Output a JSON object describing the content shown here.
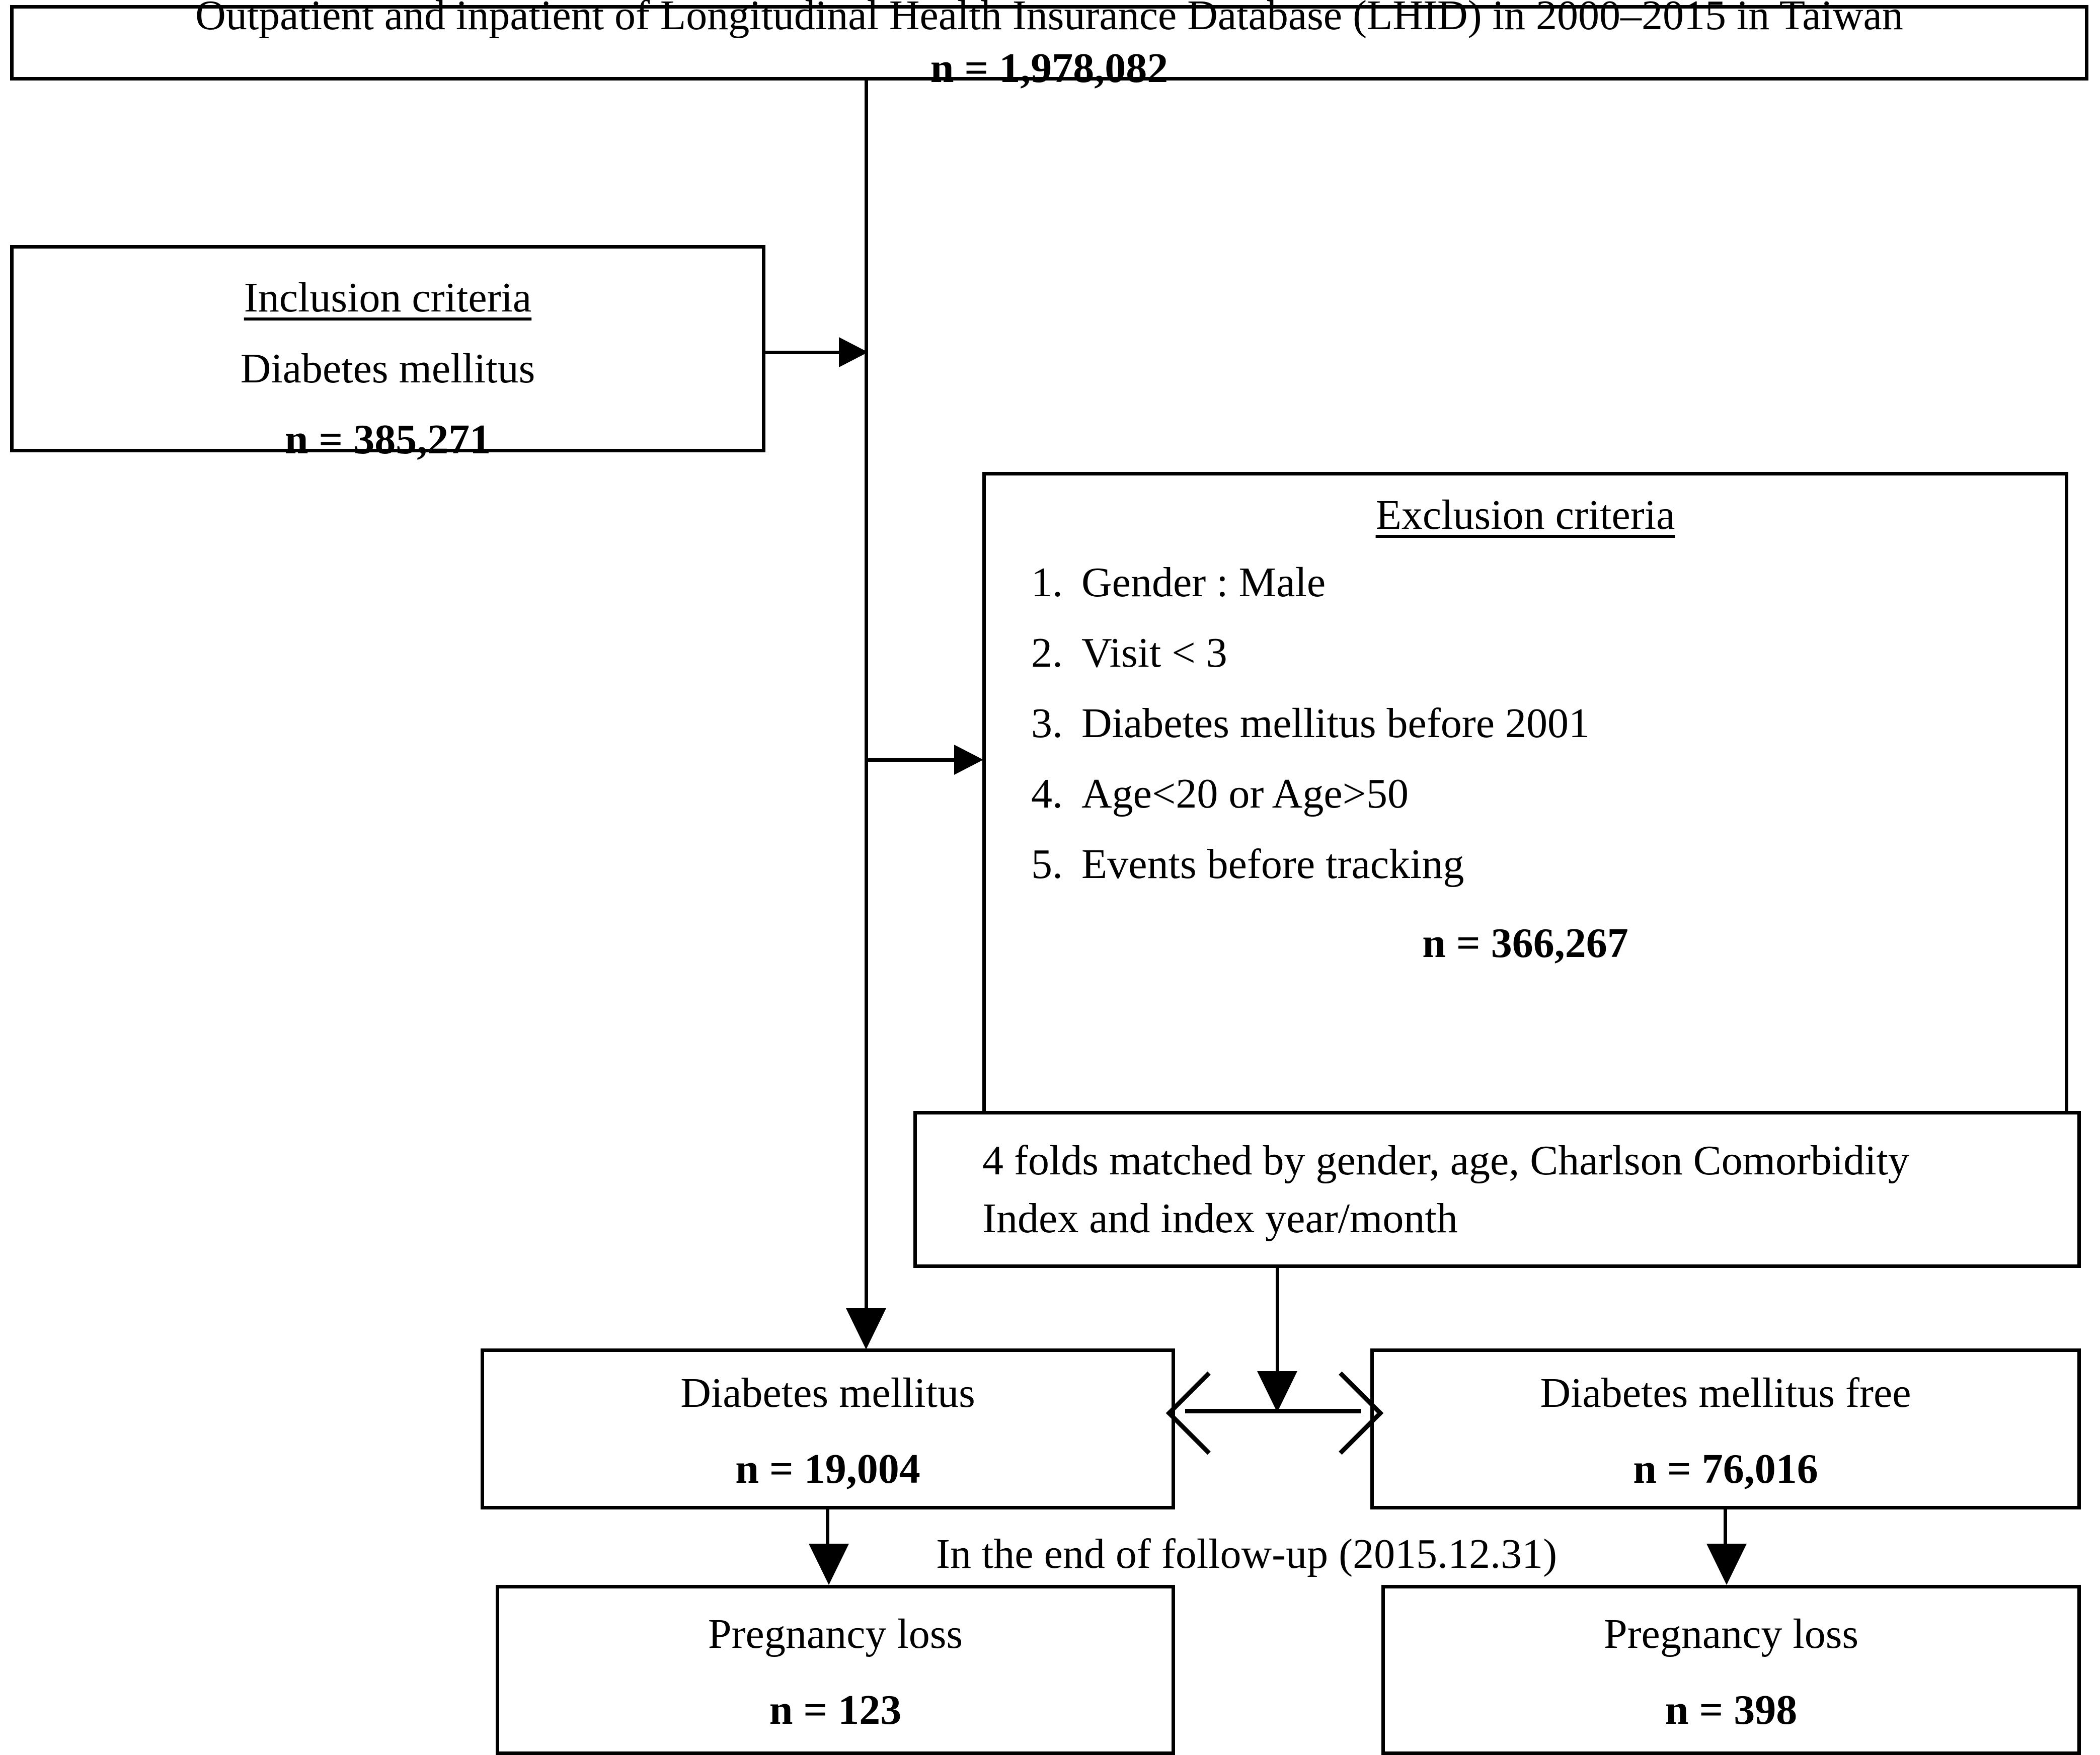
{
  "source": {
    "title": "Outpatient and inpatient of Longitudinal Health Insurance Database (LHID) in 2000–2015 in Taiwan",
    "n": "n = 1,978,082"
  },
  "inclusion": {
    "heading": "Inclusion criteria",
    "criterion": "Diabetes mellitus",
    "n": "n = 385,271"
  },
  "exclusion": {
    "heading": "Exclusion criteria",
    "items": [
      {
        "num": "1.",
        "text": "Gender : Male"
      },
      {
        "num": "2.",
        "text": "Visit < 3"
      },
      {
        "num": "3.",
        "text": "Diabetes mellitus before 2001"
      },
      {
        "num": "4.",
        "text": "Age<20 or Age>50"
      },
      {
        "num": "5.",
        "text": "Events before tracking"
      }
    ],
    "n": "n = 366,267"
  },
  "matching": {
    "line1": "4 folds matched by gender, age, Charlson Comorbidity",
    "line2": "Index and index year/month"
  },
  "cohorts": {
    "exposed": {
      "label": "Diabetes mellitus",
      "n": "n = 19,004"
    },
    "comparison": {
      "label": "Diabetes mellitus free",
      "n": "n = 76,016"
    }
  },
  "followup": {
    "label": "In the end of follow-up (2015.12.31)"
  },
  "outcomes": {
    "exposed": {
      "label": "Pregnancy loss",
      "n": "n = 123"
    },
    "comparison": {
      "label": "Pregnancy loss",
      "n": "n = 398"
    }
  },
  "colors": {
    "stroke": "#000000",
    "background": "#ffffff"
  }
}
